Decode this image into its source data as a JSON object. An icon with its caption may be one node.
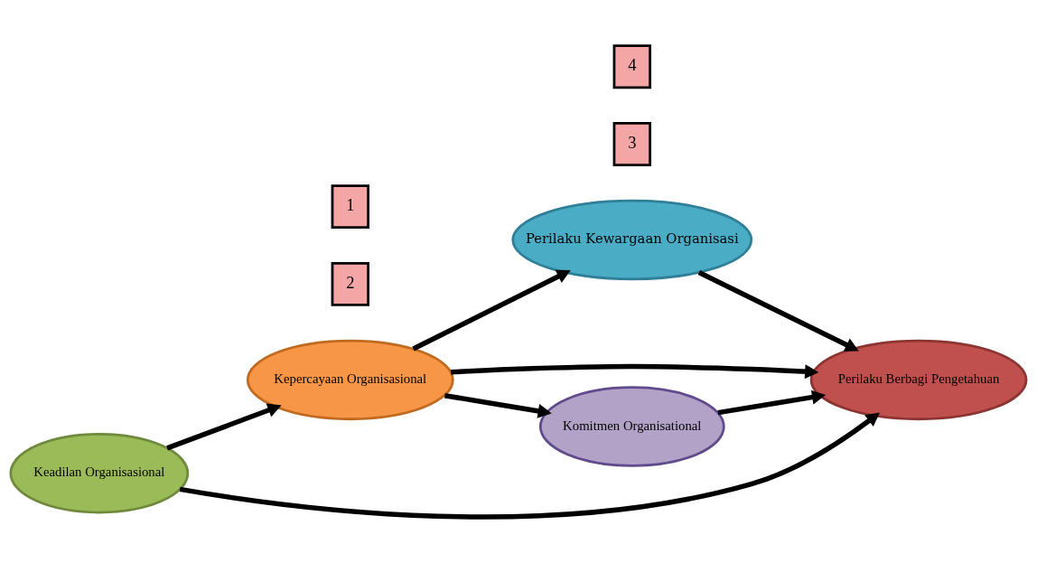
{
  "diagram": {
    "nodes": [
      {
        "text": [
          "Keadilan Organisasional"
        ]
      },
      {
        "text": [
          "Kepercayaan Organisasional"
        ]
      },
      {
        "text": [
          "Perilaku Kewargaan Organisasi"
        ]
      },
      {
        "text": [
          "Perilaku Berbagi Pengetahuan"
        ]
      },
      {
        "text": [
          "Komitmen Organisational"
        ]
      },
      {
        "text": [
          "2"
        ]
      },
      {
        "text": [
          "3"
        ]
      },
      {
        "text": [
          "4"
        ]
      },
      {
        "text": [
          "1"
        ]
      }
    ],
    "edges": [
      {
        "from": 0,
        "to": 1,
        "arrow": "to"
      },
      {
        "from": 1,
        "to": 2,
        "arrow": "to"
      },
      {
        "from": 1,
        "to": 3,
        "arrow": "to"
      },
      {
        "from": 1,
        "to": 4,
        "arrow": "to"
      },
      {
        "from": 2,
        "to": 3,
        "arrow": "to"
      },
      {
        "from": 4,
        "to": 3,
        "arrow": "to"
      },
      {
        "from": 0,
        "to": 3,
        "arrow": "to"
      }
    ]
  }
}
